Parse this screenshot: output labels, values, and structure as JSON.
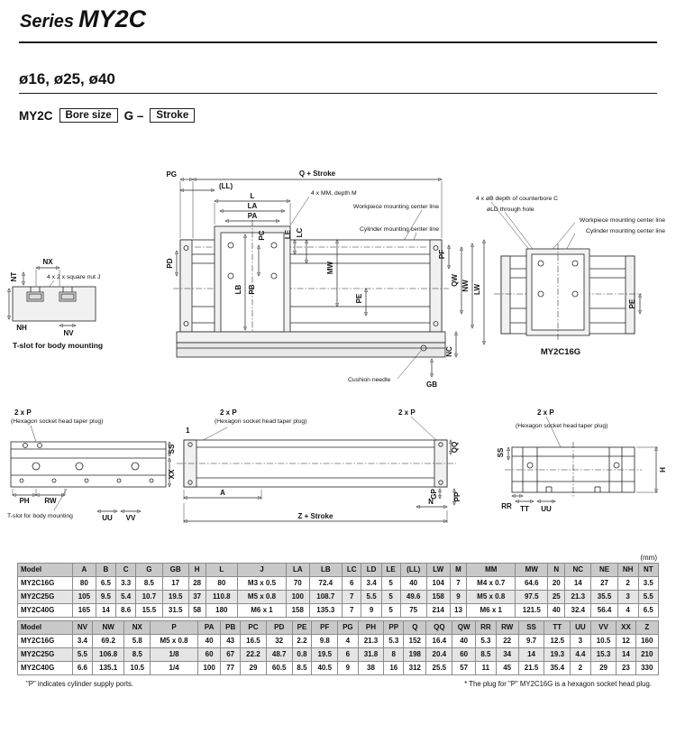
{
  "header": {
    "series_word": "Series",
    "series_code": "MY2C",
    "bore_sizes": "ø16, ø25, ø40",
    "model_line": {
      "prefix": "MY2C",
      "bore_box": "Bore size",
      "connector": "G –",
      "stroke_box": "Stroke"
    }
  },
  "labels": {
    "pg": "PG",
    "q_stroke": "Q + Stroke",
    "ll": "(LL)",
    "l": "L",
    "la": "LA",
    "pa": "PA",
    "pc": "PC",
    "mm_note": "4 x MM, depth M",
    "workpiece_line": "Workpiece mounting center line",
    "cylinder_line": "Cylinder mounting center line",
    "counterbore_note": "4 x øB depth of counterbore C",
    "ld_note": "øLD through hole",
    "pd": "PD",
    "lb": "LB",
    "pb": "PB",
    "le": "LE",
    "lc": "LC",
    "mw": "MW",
    "pe": "PE",
    "pf": "PF",
    "qw": "QW",
    "nw": "NW",
    "lw": "LW",
    "nc": "NC",
    "gb": "GB",
    "cushion": "Cushion needle",
    "nx": "NX",
    "nt": "NT",
    "nut_note": "4 x 2 x square nut J",
    "nh": "NH",
    "nv": "NV",
    "tslot_caption": "T-slot for body mounting",
    "side_caption": "MY2C16G",
    "two_p": "2 x P",
    "plug_note": "(Hexagon socket head taper plug)",
    "ss": "SS",
    "xx": "XX",
    "ph": "PH",
    "rw": "RW",
    "uu": "UU",
    "vv": "VV",
    "a": "A",
    "z_stroke": "Z + Stroke",
    "n": "N",
    "qq": "QQ",
    "gp": "GP",
    "pp": "PP",
    "rr": "RR",
    "tt": "TT",
    "h": "H",
    "one": "1"
  },
  "tables": {
    "unit": "(mm)",
    "table1": {
      "headers": [
        "Model",
        "A",
        "B",
        "C",
        "G",
        "GB",
        "H",
        "L",
        "J",
        "LA",
        "LB",
        "LC",
        "LD",
        "LE",
        "(LL)",
        "LW",
        "M",
        "MM",
        "MW",
        "N",
        "NC",
        "NE",
        "NH",
        "NT"
      ],
      "rows": [
        [
          "MY2C16G",
          "80",
          "6.5",
          "3.3",
          "8.5",
          "17",
          "28",
          "80",
          "M3 x 0.5",
          "70",
          "72.4",
          "6",
          "3.4",
          "5",
          "40",
          "104",
          "7",
          "M4 x 0.7",
          "64.6",
          "20",
          "14",
          "27",
          "2",
          "3.5"
        ],
        [
          "MY2C25G",
          "105",
          "9.5",
          "5.4",
          "10.7",
          "19.5",
          "37",
          "110.8",
          "M5 x 0.8",
          "100",
          "108.7",
          "7",
          "5.5",
          "5",
          "49.6",
          "158",
          "9",
          "M5 x 0.8",
          "97.5",
          "25",
          "21.3",
          "35.5",
          "3",
          "5.5"
        ],
        [
          "MY2C40G",
          "165",
          "14",
          "8.6",
          "15.5",
          "31.5",
          "58",
          "180",
          "M6 x 1",
          "158",
          "135.3",
          "7",
          "9",
          "5",
          "75",
          "214",
          "13",
          "M6 x 1",
          "121.5",
          "40",
          "32.4",
          "56.4",
          "4",
          "6.5"
        ]
      ]
    },
    "table2": {
      "headers": [
        "Model",
        "NV",
        "NW",
        "NX",
        "P",
        "PA",
        "PB",
        "PC",
        "PD",
        "PE",
        "PF",
        "PG",
        "PH",
        "PP",
        "Q",
        "QQ",
        "QW",
        "RR",
        "RW",
        "SS",
        "TT",
        "UU",
        "VV",
        "XX",
        "Z"
      ],
      "rows": [
        [
          "MY2C16G",
          "3.4",
          "69.2",
          "5.8",
          "M5 x 0.8",
          "40",
          "43",
          "16.5",
          "32",
          "2.2",
          "9.8",
          "4",
          "21.3",
          "5.3",
          "152",
          "16.4",
          "40",
          "5.3",
          "22",
          "9.7",
          "12.5",
          "3",
          "10.5",
          "12",
          "160"
        ],
        [
          "MY2C25G",
          "5.5",
          "106.8",
          "8.5",
          "1/8",
          "60",
          "67",
          "22.2",
          "48.7",
          "0.8",
          "19.5",
          "6",
          "31.8",
          "8",
          "198",
          "20.4",
          "60",
          "8.5",
          "34",
          "14",
          "19.3",
          "4.4",
          "15.3",
          "14",
          "210"
        ],
        [
          "MY2C40G",
          "6.6",
          "135.1",
          "10.5",
          "1/4",
          "100",
          "77",
          "29",
          "60.5",
          "8.5",
          "40.5",
          "9",
          "38",
          "16",
          "312",
          "25.5",
          "57",
          "11",
          "45",
          "21.5",
          "35.4",
          "2",
          "29",
          "23",
          "330"
        ]
      ]
    },
    "note1": "\"P\" indicates cylinder supply ports.",
    "note2": "* The plug for \"P\" MY2C16G is a hexagon socket head plug."
  }
}
